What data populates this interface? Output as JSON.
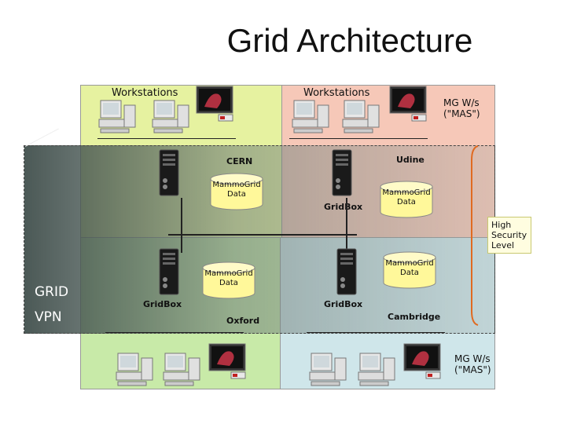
{
  "title": "Grid Architecture",
  "labels": {
    "workstations_left": "Workstations",
    "workstations_right": "Workstations",
    "mg_ws_top": "MG W/s\n(\"MAS\")",
    "mg_ws_bottom": "MG W/s\n(\"MAS\")",
    "cern": "CERN",
    "udine": "Udine",
    "oxford": "Oxford",
    "cambridge": "Cambridge",
    "gridbox_top": "GridBox",
    "gridbox_left": "GridBox",
    "gridbox_bottom": "GridBox",
    "grid": "GRID",
    "vpn": "VPN",
    "high_security": "High Security Level"
  },
  "databases": {
    "cern": "MammoGrid\nData",
    "udine": "MammoGrid\nData",
    "oxford": "MammoGrid\nData",
    "cambridge": "MammoGrid\nData"
  },
  "colors": {
    "cern_site": "#e6f2a0",
    "udine_site": "#f6c8b8",
    "oxford_site": "#c8eaa8",
    "cambridge_site": "#cfe6ea",
    "grid_overlay": "#5e6e6a",
    "db_fill": "#fff89a",
    "security_bracket": "#e06a20"
  }
}
